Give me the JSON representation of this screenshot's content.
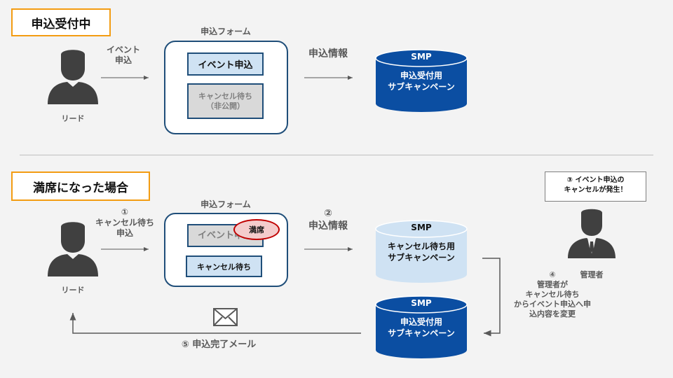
{
  "top": {
    "title": "申込受付中",
    "lead_label": "リード",
    "action_label": "イベント\n申込",
    "form_caption": "申込フォーム",
    "form_btn_event": "イベント申込",
    "form_btn_wait": "キャンセル待ち\n（非公開）",
    "info_label": "申込情報",
    "db_title": "SMP",
    "db_name": "申込受付用\nサブキャンペーン"
  },
  "bottom": {
    "title": "満席になった場合",
    "lead_label": "リード",
    "step1": "①\nキャンセル待ち\n申込",
    "form_caption": "申込フォーム",
    "form_btn_event": "イベント申込",
    "full_badge": "満席",
    "form_btn_wait": "キャンセル待ち",
    "step2": "②\n申込情報",
    "db1_title": "SMP",
    "db1_name": "キャンセル待ち用\nサブキャンペーン",
    "db2_title": "SMP",
    "db2_name": "申込受付用\nサブキャンペーン",
    "step3": "③ イベント申込の\nキャンセルが発生！",
    "admin_label": "管理者",
    "step4": "④\n管理者が\nキャンセル待ち\nからイベント申込へ申\n込内容を変更",
    "step5": "⑤ 申込完了メール"
  },
  "colors": {
    "accent_orange": "#f39c12",
    "dark_blue": "#1f4e79",
    "db_blue": "#0b4ea2",
    "db_light": "#cfe2f3",
    "full_red": "#c00000"
  },
  "icons": {
    "lead_top": "person-icon",
    "lead_bottom": "person-icon",
    "admin": "businessman-icon",
    "mail": "envelope-icon"
  }
}
